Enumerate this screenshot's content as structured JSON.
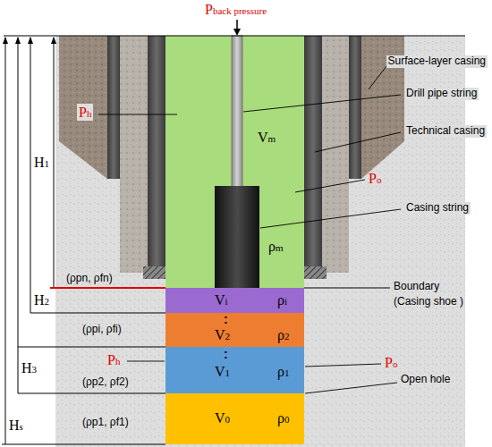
{
  "diagram": {
    "nodes": [
      {
        "text": [
          "Vi",
          "ρi"
        ]
      },
      {
        "text": [
          "V2",
          "ρ2"
        ]
      },
      {
        "text": [
          "V1",
          "ρ1"
        ]
      },
      {
        "text": [
          "V0",
          "ρ0"
        ]
      }
    ],
    "labels": [
      "Pback pressure",
      "Surface-layer casing",
      "Drill pipe string",
      "Technical casing",
      "Ph",
      "Vm",
      "Po",
      "Casing string",
      "ρm",
      "H1",
      "(ρpn, ρfn)",
      "Boundary",
      "(Casing shoe )",
      "H2",
      "(ρpi, ρfi)",
      ":",
      "H3",
      "Ph",
      ":",
      "Po",
      "Open hole",
      "(ρp2, ρf2)",
      "Hs",
      "(ρp1, ρf1)"
    ]
  }
}
